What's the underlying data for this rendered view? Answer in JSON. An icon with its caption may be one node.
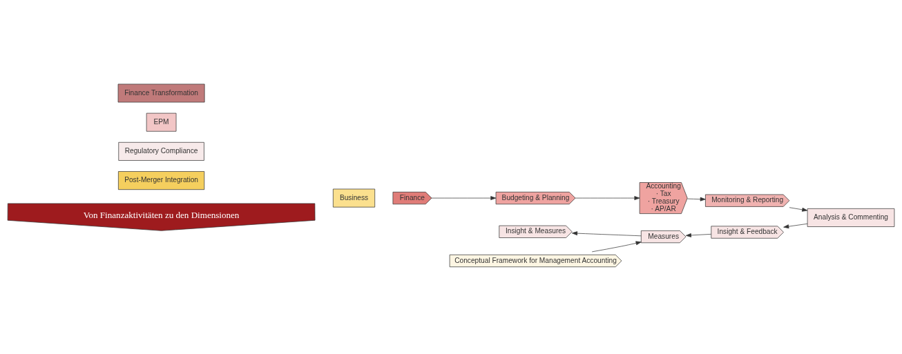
{
  "diagram": {
    "nodes": [
      {
        "text": [
          "Finance Transformation"
        ]
      },
      {
        "text": [
          "EPM"
        ]
      },
      {
        "text": [
          "Regulatory Compliance"
        ]
      },
      {
        "text": [
          "Post-Merger Integration"
        ]
      },
      {
        "text": [
          "Business"
        ]
      },
      {
        "text": [
          "Finance"
        ]
      },
      {
        "text": [
          "Budgeting & Planning"
        ]
      },
      {
        "text": [
          "Accounting",
          "· Tax",
          "· Treasury",
          "· AP/AR"
        ]
      },
      {
        "text": [
          "Monitoring & Reporting"
        ]
      },
      {
        "text": [
          "Analysis & Commenting"
        ]
      },
      {
        "text": [
          "Insight & Feedback"
        ]
      },
      {
        "text": [
          "Measures"
        ]
      },
      {
        "text": [
          "Insight & Measures"
        ]
      },
      {
        "text": [
          "Conceptual Framework for Management Accounting"
        ]
      },
      {
        "text": [
          "Von Finanzaktivitäten zu den Dimensionen"
        ]
      }
    ],
    "edges": [
      {
        "from": 5,
        "to": 6,
        "arrow": "to"
      },
      {
        "from": 6,
        "to": 7,
        "arrow": "to"
      },
      {
        "from": 7,
        "to": 8,
        "arrow": "to"
      },
      {
        "from": 8,
        "to": 9,
        "arrow": "to"
      },
      {
        "from": 9,
        "to": 10,
        "arrow": "to"
      },
      {
        "from": 10,
        "to": 11,
        "arrow": "to"
      },
      {
        "from": 11,
        "to": 12,
        "arrow": "to"
      },
      {
        "from": 13,
        "to": 11,
        "arrow": "to"
      }
    ]
  }
}
